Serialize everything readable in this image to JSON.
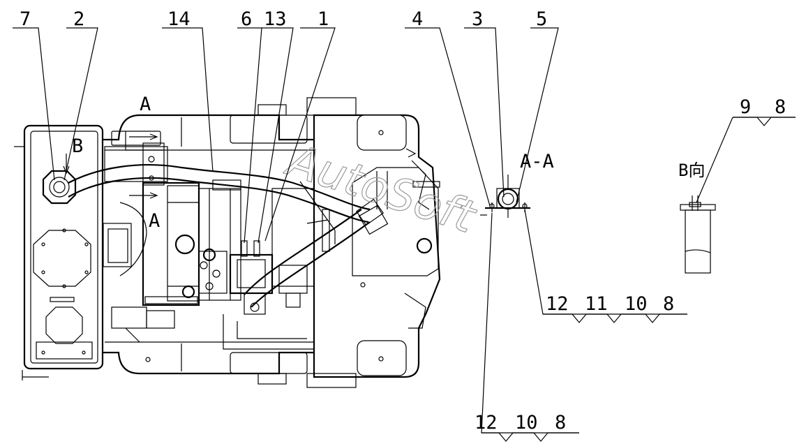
{
  "watermark": "AutoSoft",
  "view_labels": {
    "a_top": "A",
    "a_left": "A",
    "b_left": "B",
    "section_aa": "A-A",
    "view_b": "B向"
  },
  "callouts": {
    "top": [
      "7",
      "2",
      "14",
      "6",
      "13",
      "1",
      "4",
      "3",
      "5"
    ],
    "group_98": [
      "9",
      "8"
    ],
    "group_12_11_10_8": [
      "12",
      "11",
      "10",
      "8"
    ],
    "group_12_10_8": [
      "12",
      "10",
      "8"
    ]
  }
}
